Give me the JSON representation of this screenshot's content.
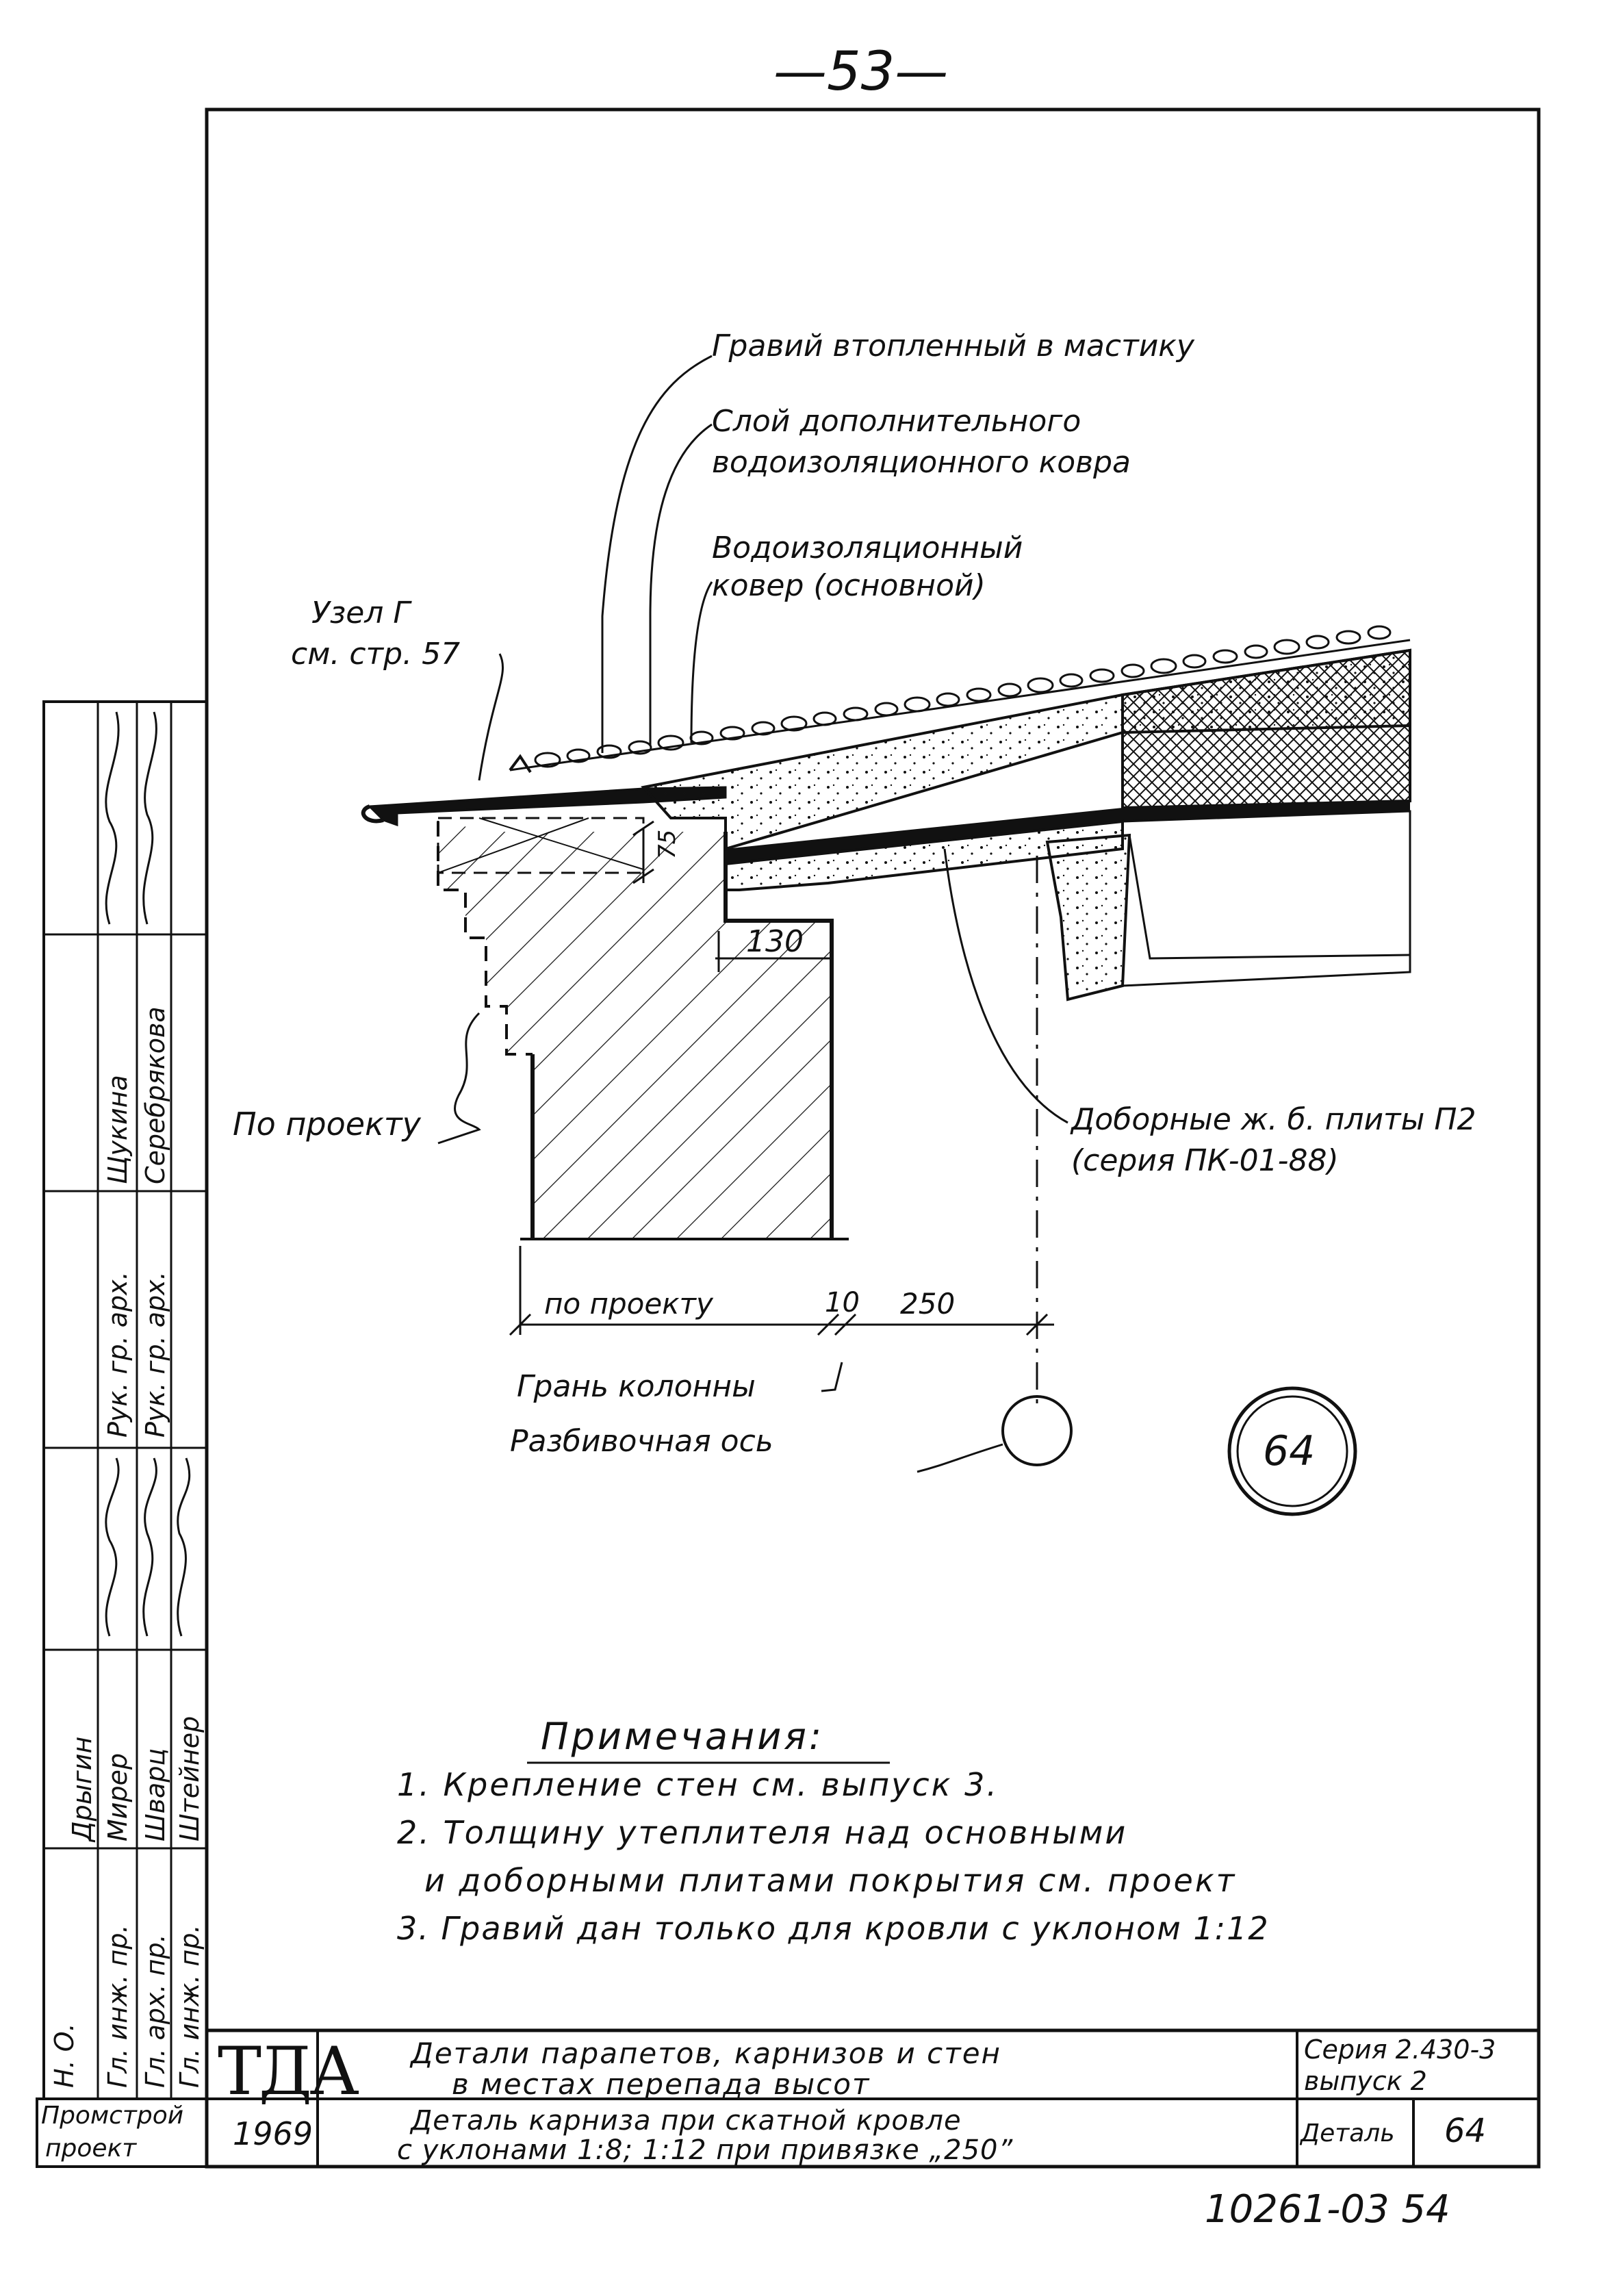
{
  "page_number": "—53—",
  "callouts": {
    "gravel": "Гравий втопленный в мастику",
    "extra_layer_1": "Слой дополнительного",
    "extra_layer_2": "водоизоляционного ковра",
    "main_carpet_1": "Водоизоляционный",
    "main_carpet_2": "ковер (основной)",
    "node_1": "Узел Г",
    "node_2": "см. стр. 57",
    "by_project": "По проекту",
    "slabs_1": "Доборные ж. б. плиты П2",
    "slabs_2": "(серия ПК-01-88)",
    "column_face": "Грань колонны",
    "axis": "Разбивочная ось"
  },
  "dimensions": {
    "d75": "75",
    "d130": "130",
    "by_project": "по проекту",
    "d10": "10",
    "d250": "250"
  },
  "detail_marker": "64",
  "notes": {
    "heading": "Примечания:",
    "items": [
      "1. Крепление стен см. выпуск 3.",
      "2. Толщину утеплителя над основными",
      "и доборными плитами покрытия см. проект",
      "3. Гравий дан только для кровли с уклоном 1:12"
    ]
  },
  "title_block": {
    "logo": "ТДА",
    "year": "1969",
    "org_1": "Промстрой",
    "org_2": "проект",
    "title_1": "Детали парапетов, карнизов и стен",
    "title_2": "в местах перепада высот",
    "subtitle_1": "Деталь карниза при скатной кровле",
    "subtitle_2": "с уклонами 1:8; 1:12 при привязке „250”",
    "series_1": "Серия 2.430-3",
    "series_2": "выпуск 2",
    "detail_label": "Деталь",
    "detail_number": "64"
  },
  "stamp": {
    "roles": [
      "Н. О.",
      "Гл. инж. пр.",
      "Гл. арх. пр.",
      "Гл. инж. пр.",
      "Рук. гр. арх.",
      "Рук. гр. арх."
    ],
    "names": [
      "Дрыгин",
      "Мирер",
      "Шварц",
      "Штейнер",
      "Щукина",
      "Серебрякова"
    ]
  },
  "archive_number": "10261-03 54",
  "colors": {
    "ink": "#111111",
    "paper": "#ffffff"
  }
}
